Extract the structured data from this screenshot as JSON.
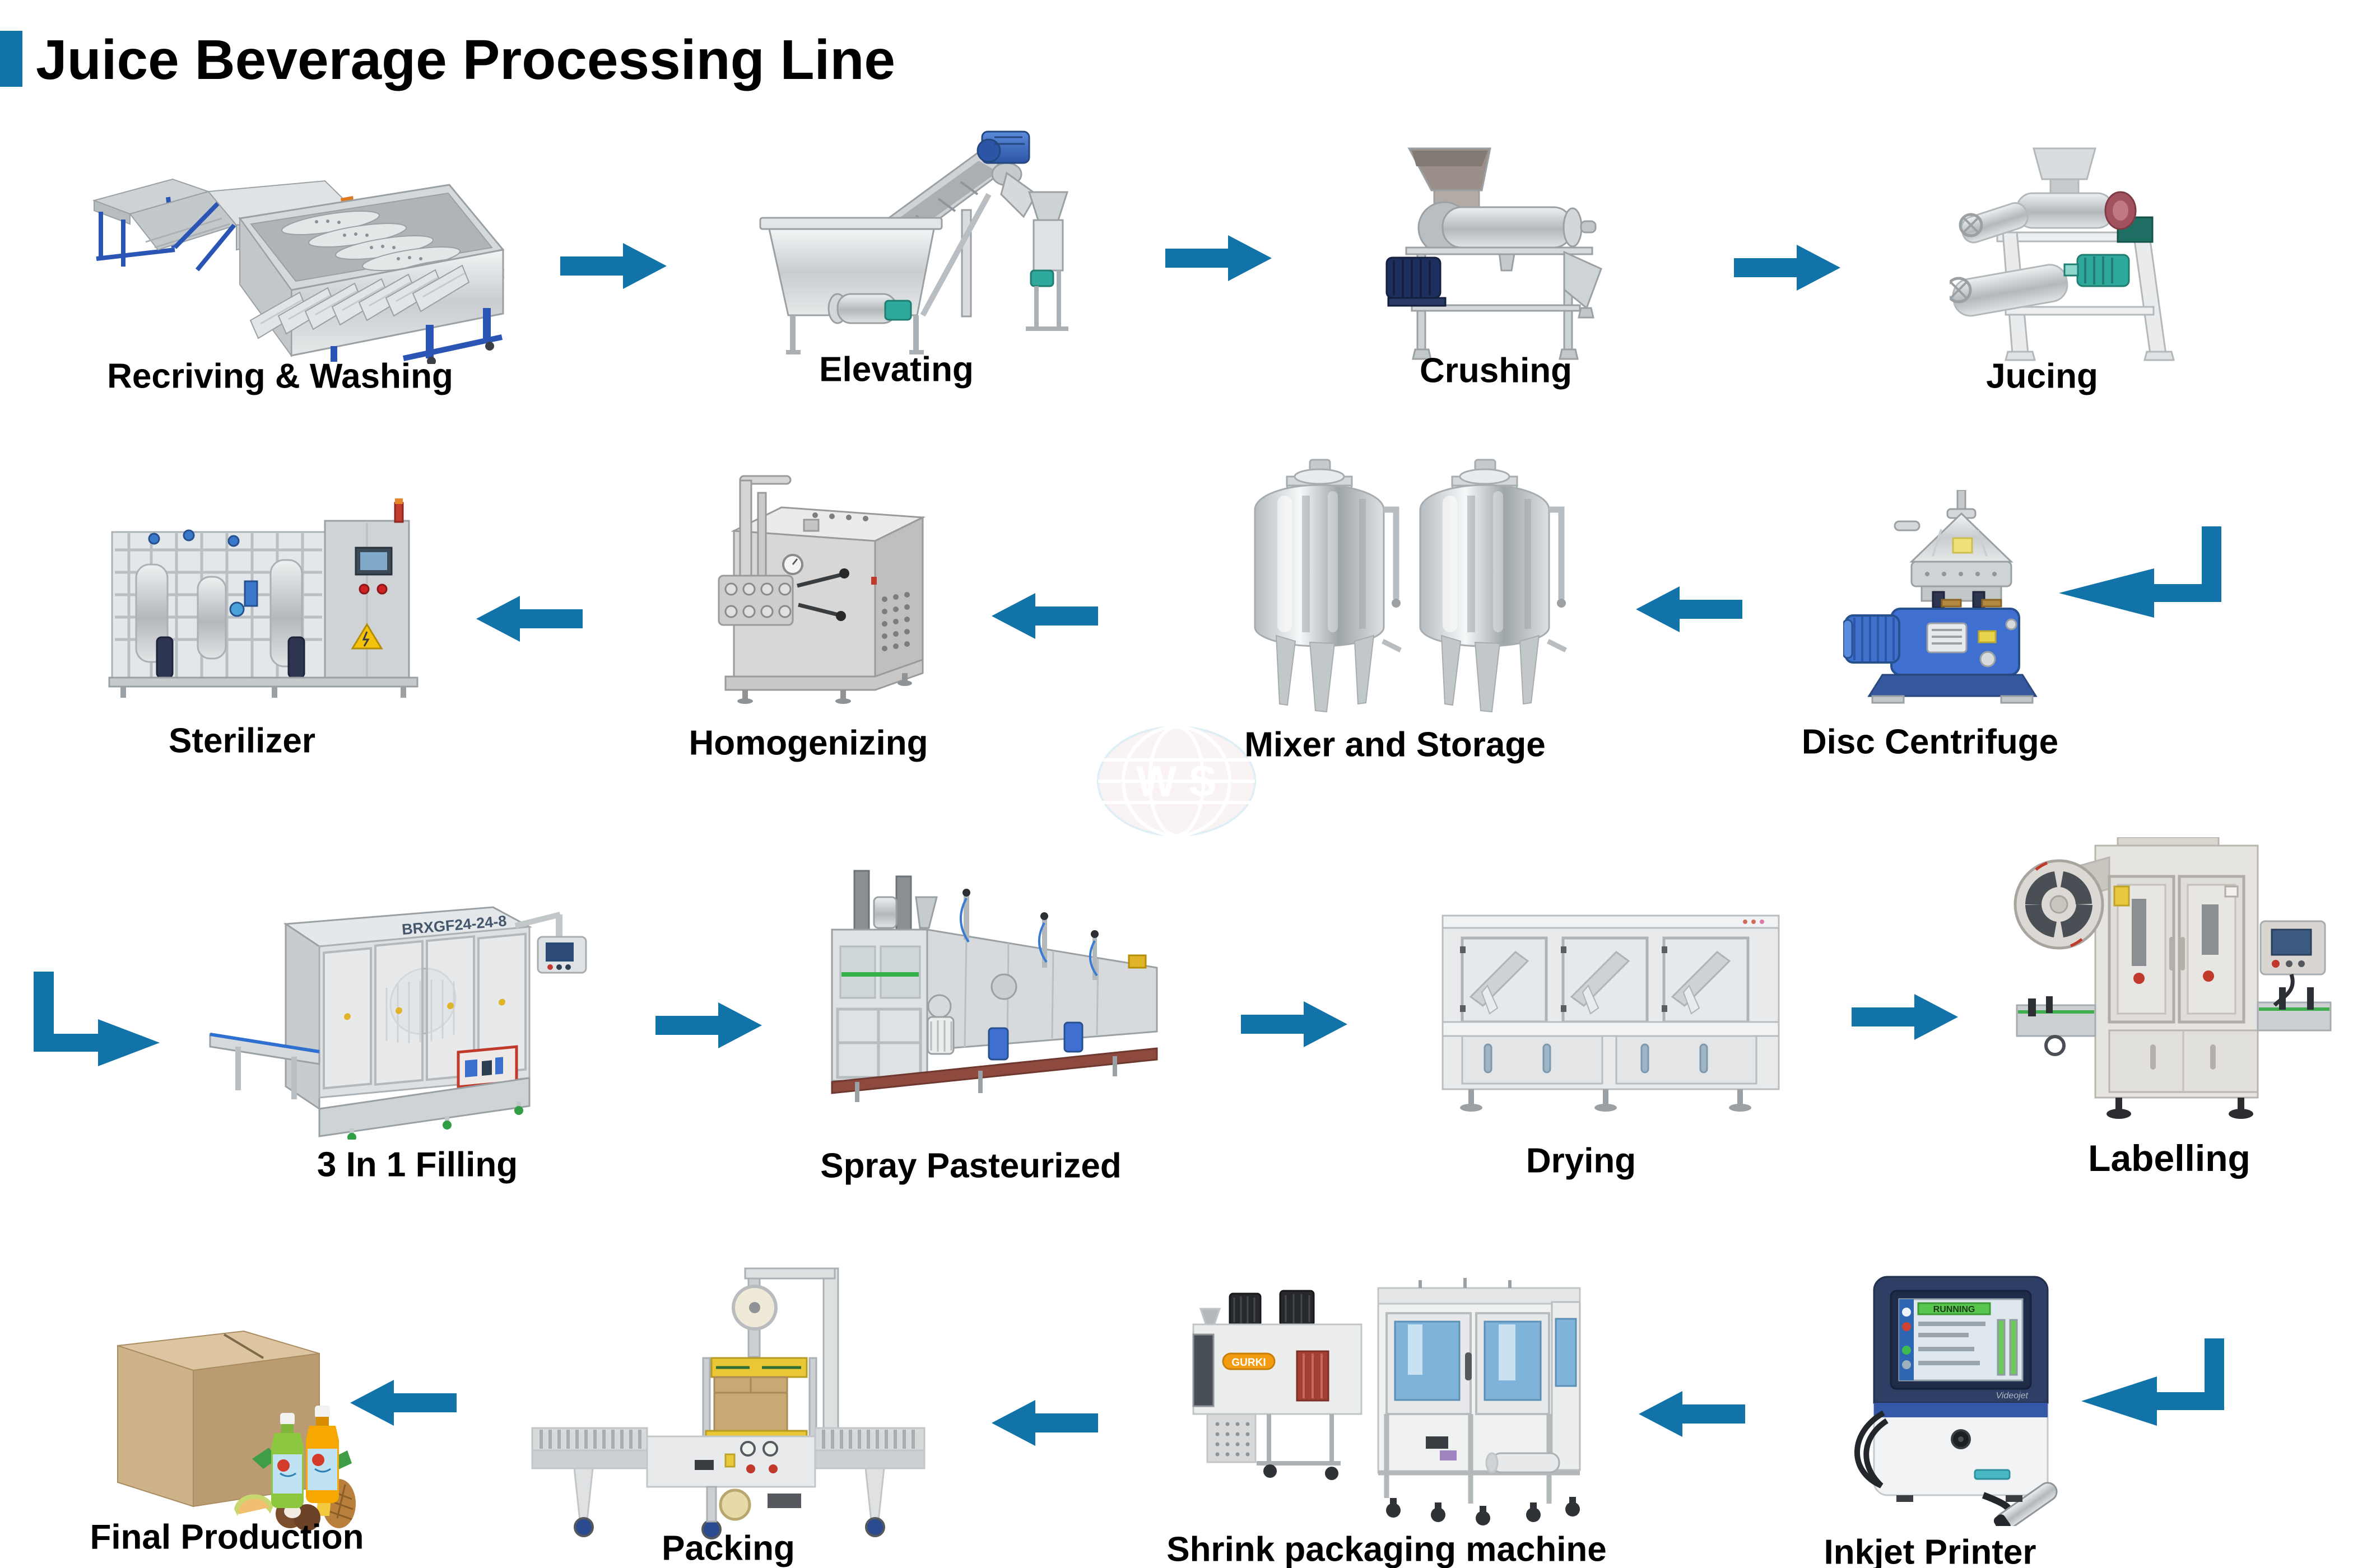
{
  "title": "Juice Beverage Processing Line",
  "colors": {
    "arrow_blue": "#1173A8",
    "title_bar_blue": "#1173A8",
    "label_text": "#000000"
  },
  "watermark": {
    "letters": "W S"
  },
  "stations": [
    {
      "id": "receiving-washing",
      "label": "Recriving & Washing",
      "row": 1
    },
    {
      "id": "elevating",
      "label": "Elevating",
      "row": 1
    },
    {
      "id": "crushing",
      "label": "Crushing",
      "row": 1
    },
    {
      "id": "jucing",
      "label": "Jucing",
      "row": 1
    },
    {
      "id": "disc-centrifuge",
      "label": "Disc Centrifuge",
      "row": 2
    },
    {
      "id": "mixer-storage",
      "label": "Mixer and Storage",
      "row": 2
    },
    {
      "id": "homogenizing",
      "label": "Homogenizing",
      "row": 2
    },
    {
      "id": "sterilizer",
      "label": "Sterilizer",
      "row": 2
    },
    {
      "id": "filling-3in1",
      "label": "3 In 1 Filling",
      "row": 3,
      "machine_text": "BRXGF24-24-8"
    },
    {
      "id": "spray-pasteurized",
      "label": "Spray Pasteurized",
      "row": 3
    },
    {
      "id": "drying",
      "label": "Drying",
      "row": 3
    },
    {
      "id": "labelling",
      "label": "Labelling",
      "row": 3
    },
    {
      "id": "inkjet-printer",
      "label": "Inkjet Printer",
      "row": 4,
      "screen_status": "RUNNING",
      "brand": "Videojet"
    },
    {
      "id": "shrink-packaging",
      "label": "Shrink packaging machine",
      "row": 4,
      "logo": "GURKI"
    },
    {
      "id": "packing",
      "label": "Packing",
      "row": 4
    },
    {
      "id": "final-production",
      "label": "Final Production",
      "row": 4
    }
  ]
}
